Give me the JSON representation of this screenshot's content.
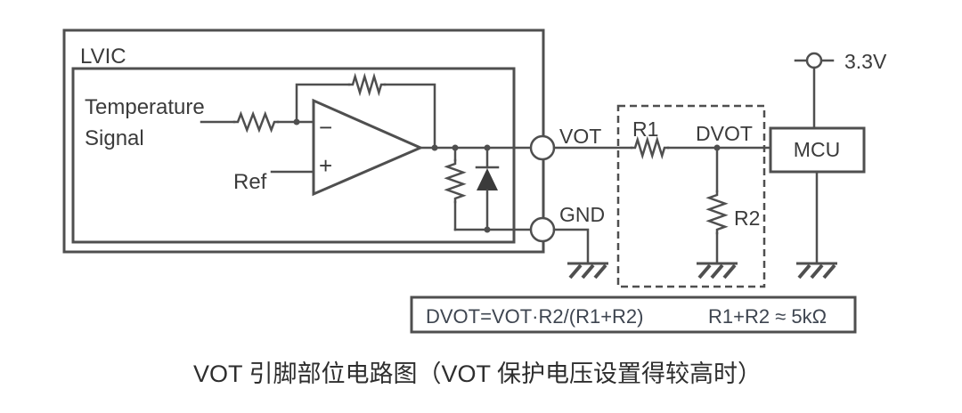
{
  "diagram": {
    "lvic_label": "LVIC",
    "input_label_line1": "Temperature",
    "input_label_line2": "Signal",
    "ref_label": "Ref",
    "opamp_minus": "−",
    "opamp_plus": "+",
    "vot_pin_label": "VOT",
    "gnd_pin_label": "GND",
    "r1_label": "R1",
    "dvot_label": "DVOT",
    "r2_label": "R2",
    "mcu_label": "MCU",
    "supply_label": "3.3V"
  },
  "formula": {
    "equation": "DVOT=VOT·R2/(R1+R2)",
    "condition": "R1+R2 ≈ 5kΩ"
  },
  "caption": "VOT 引脚部位电路图（VOT 保护电压设置得较高时）",
  "colors": {
    "line": "#4f4f4f",
    "text": "#3b3b3b",
    "formula_text": "#3e4550"
  }
}
